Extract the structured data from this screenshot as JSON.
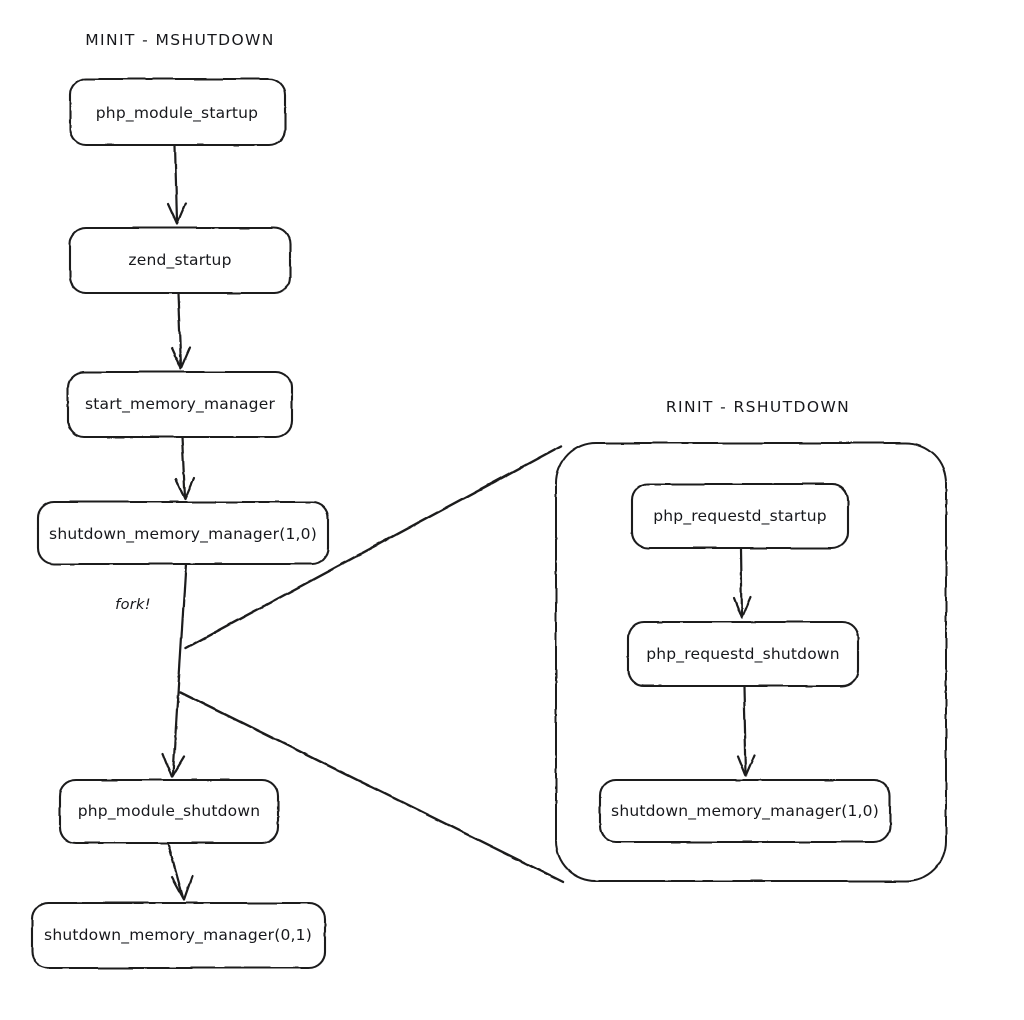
{
  "diagram": {
    "title_left": "MINIT - MSHUTDOWN",
    "title_right": "RINIT - RSHUTDOWN",
    "background_color": "#ffffff",
    "stroke_color": "#1b1b1f",
    "style": "hand-drawn"
  },
  "left_flow": {
    "nodes": [
      {
        "id": "php_module_startup",
        "label": "php_module_startup"
      },
      {
        "id": "zend_startup",
        "label": "zend_startup"
      },
      {
        "id": "start_memory_manager",
        "label": "start_memory_manager"
      },
      {
        "id": "shutdown_memory_manager_1_0",
        "label": "shutdown_memory_manager(1,0)"
      },
      {
        "id": "php_module_shutdown",
        "label": "php_module_shutdown"
      },
      {
        "id": "shutdown_memory_manager_0_1",
        "label": "shutdown_memory_manager(0,1)"
      }
    ],
    "edges": [
      {
        "from": "php_module_startup",
        "to": "zend_startup",
        "label": ""
      },
      {
        "from": "zend_startup",
        "to": "start_memory_manager",
        "label": ""
      },
      {
        "from": "start_memory_manager",
        "to": "shutdown_memory_manager_1_0",
        "label": ""
      },
      {
        "from": "shutdown_memory_manager_1_0",
        "to": "php_module_shutdown",
        "label": "fork!"
      },
      {
        "from": "php_module_shutdown",
        "to": "shutdown_memory_manager_0_1",
        "label": ""
      }
    ],
    "fork_label": "fork!"
  },
  "right_flow": {
    "nodes": [
      {
        "id": "php_requestd_startup",
        "label": "php_requestd_startup"
      },
      {
        "id": "php_requestd_shutdown",
        "label": "php_requestd_shutdown"
      },
      {
        "id": "shutdown_memory_manager_1_0_r",
        "label": "shutdown_memory_manager(1,0)"
      }
    ],
    "edges": [
      {
        "from": "php_requestd_startup",
        "to": "php_requestd_shutdown",
        "label": ""
      },
      {
        "from": "php_requestd_shutdown",
        "to": "shutdown_memory_manager_1_0_r",
        "label": ""
      }
    ]
  },
  "callout": {
    "description": "zoom lens lines connecting the fork point of the left flow to the RINIT - RSHUTDOWN panel"
  }
}
